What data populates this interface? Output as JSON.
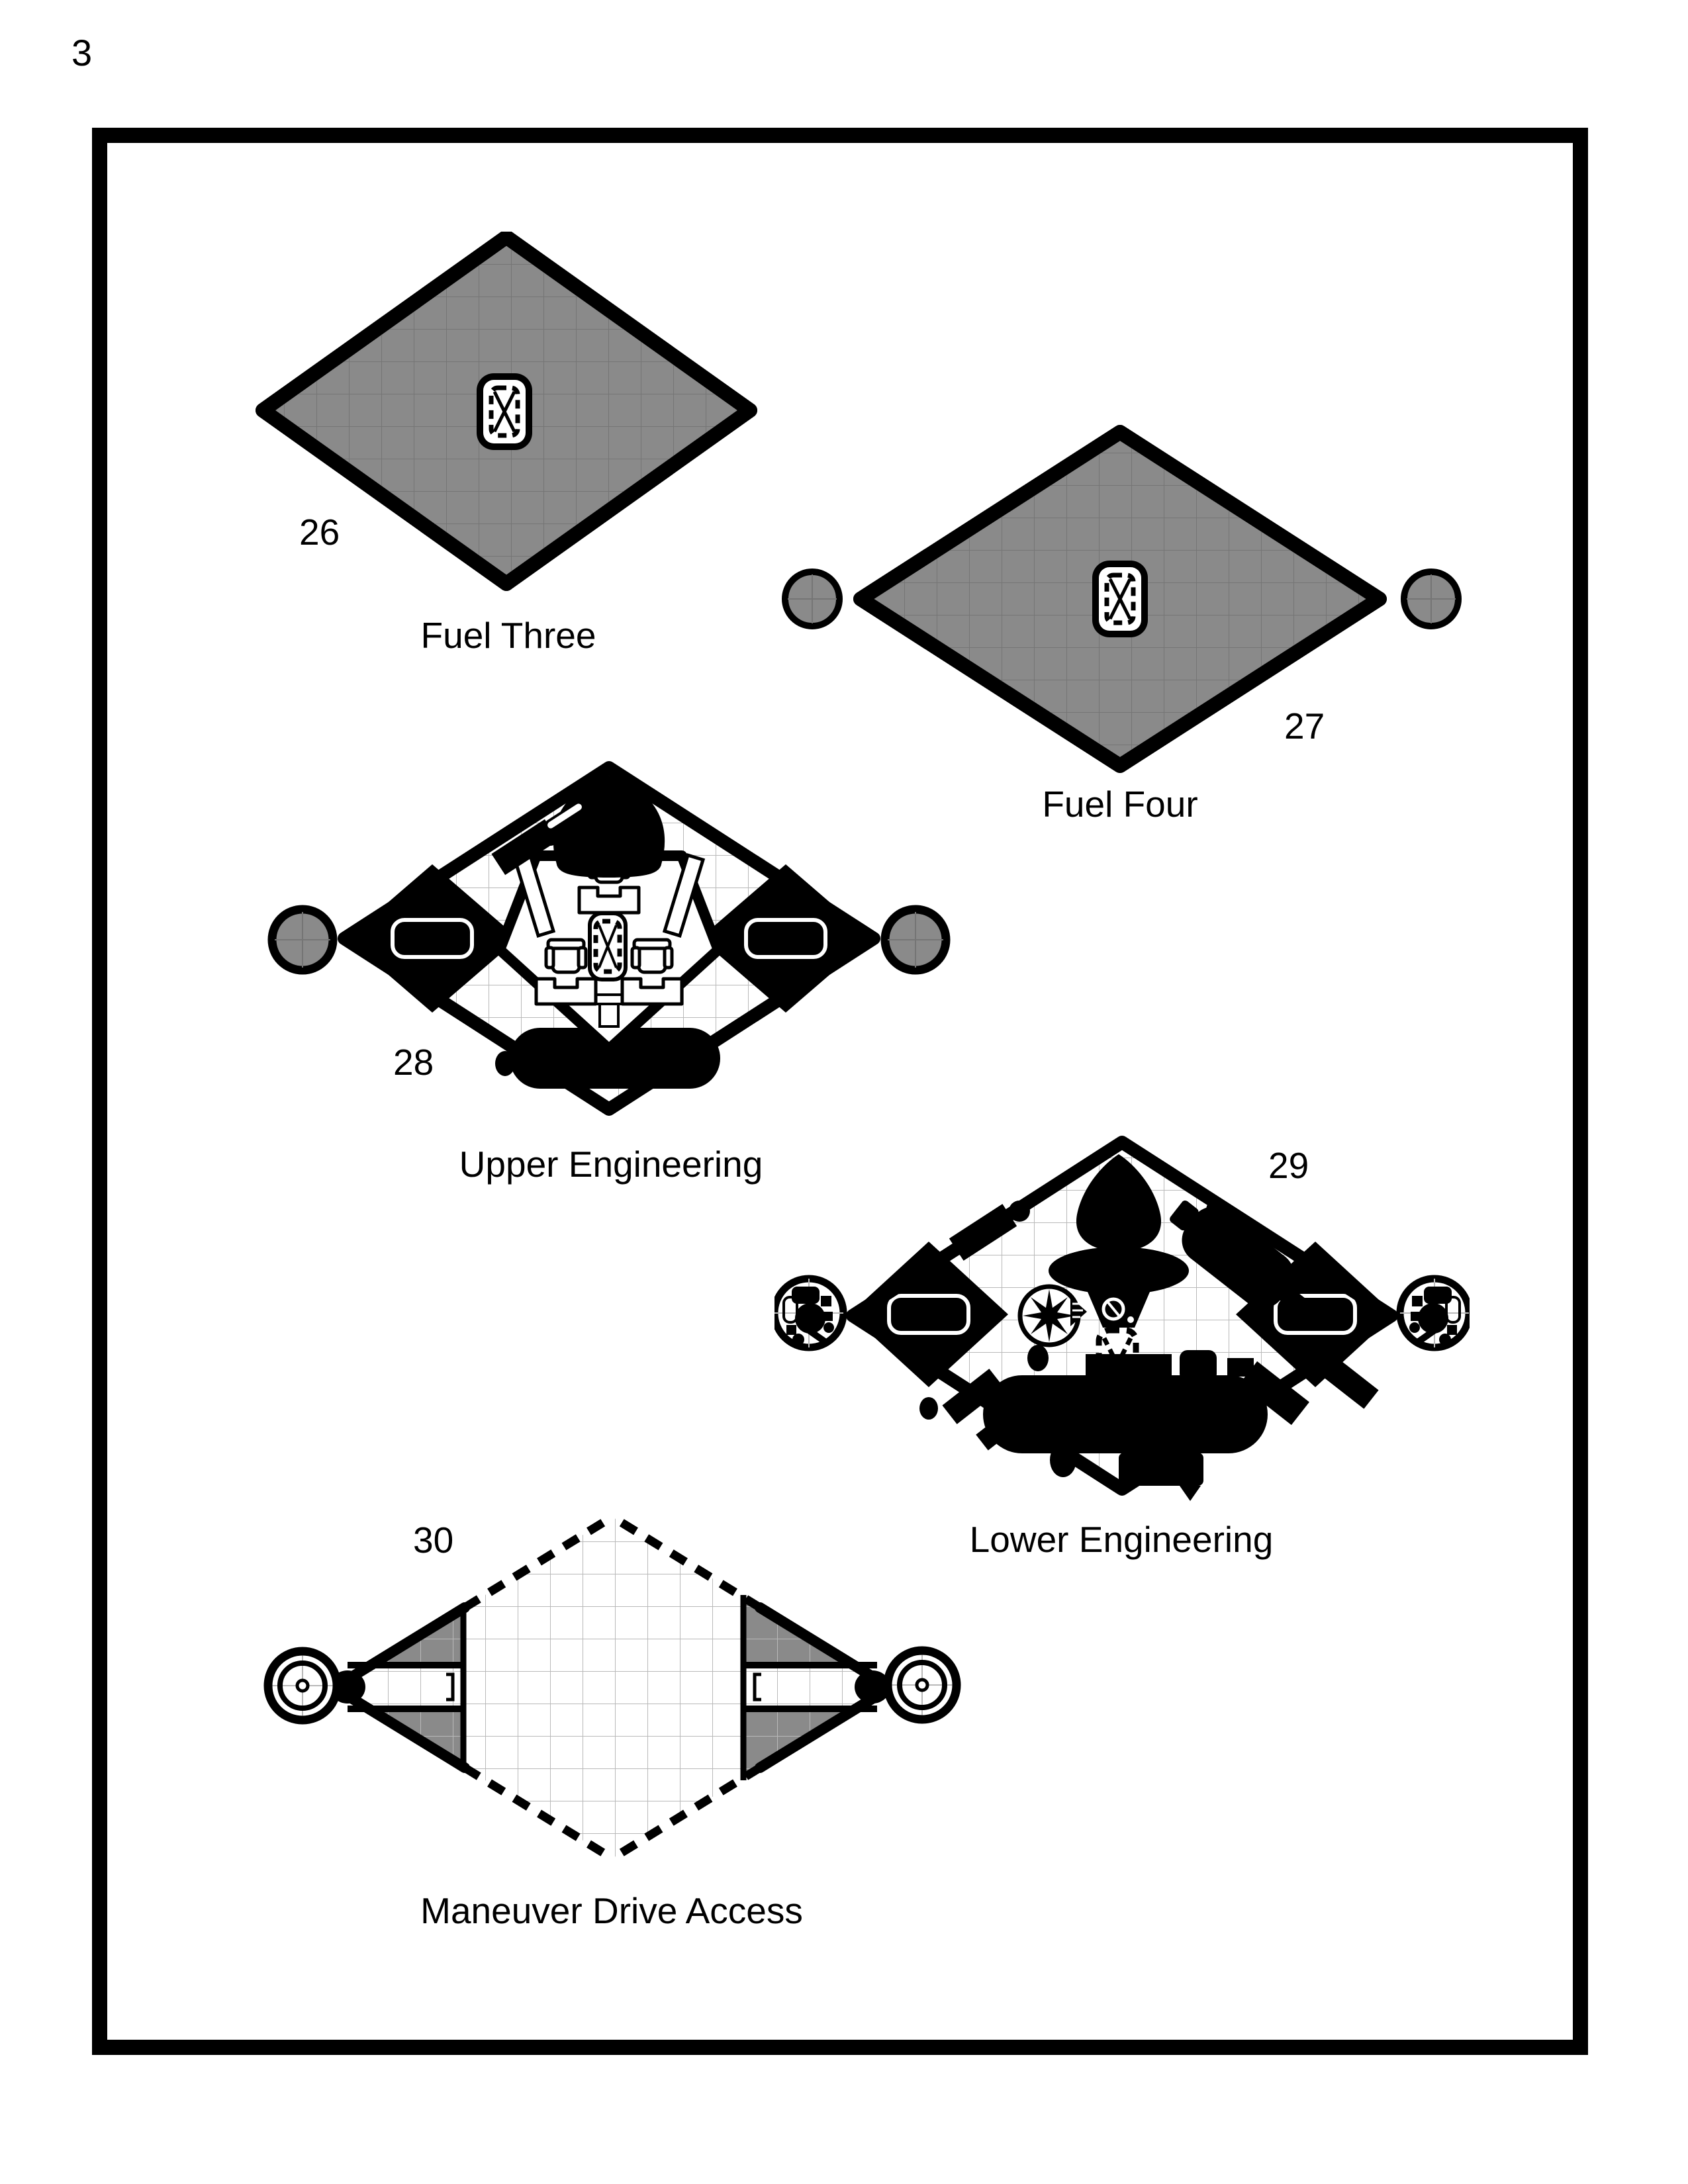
{
  "page": {
    "number": "3"
  },
  "colors": {
    "paper": "#ffffff",
    "ink": "#000000",
    "fuel_tank_fill": "#8a8a8a",
    "grid_on_fuel": "#757575",
    "grid_on_deck": "#b9b9b9"
  },
  "plans": [
    {
      "number": "26",
      "name": "Fuel Three"
    },
    {
      "number": "27",
      "name": "Fuel Four"
    },
    {
      "number": "28",
      "name": "Upper Engineering"
    },
    {
      "number": "29",
      "name": "Lower Engineering"
    },
    {
      "number": "30",
      "name": "Maneuver Drive Access"
    }
  ],
  "icons": {
    "iris_valve": "rounded-rect-with-dashed-inset-and-x",
    "access_hatch": "dashed-rounded-rect-with-dashed-x",
    "fuel_port": "gray-circle-with-black-ring",
    "airlock_port": "ringed-circle-with-machinery-cluster",
    "thruster_port": "concentric-circles-with-center-dot"
  }
}
